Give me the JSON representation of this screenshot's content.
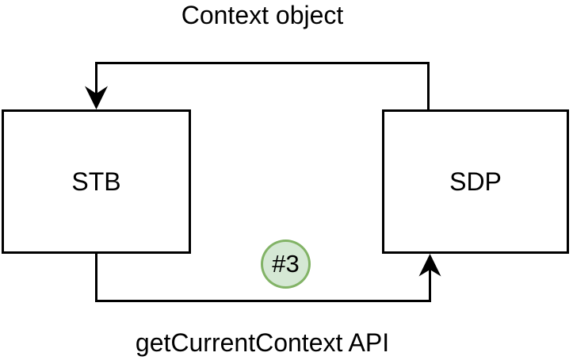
{
  "diagram": {
    "top_label": "Context object",
    "bottom_label": "getCurrentContext API",
    "nodes": [
      {
        "id": "stb",
        "label": "STB"
      },
      {
        "id": "sdp",
        "label": "SDP"
      }
    ],
    "step_badge": {
      "label": "#3"
    },
    "connectors": [
      {
        "name": "context-object-flow",
        "from": "sdp",
        "to": "stb",
        "direction": "top-loop"
      },
      {
        "name": "get-current-context-flow",
        "from": "stb",
        "to": "sdp",
        "direction": "bottom-loop"
      }
    ],
    "colors": {
      "line": "#000000",
      "text": "#000000",
      "background": "#ffffff",
      "node-fill": "#ffffff",
      "badge-fill": "#d5e8d4",
      "badge-border": "#82b366"
    }
  }
}
